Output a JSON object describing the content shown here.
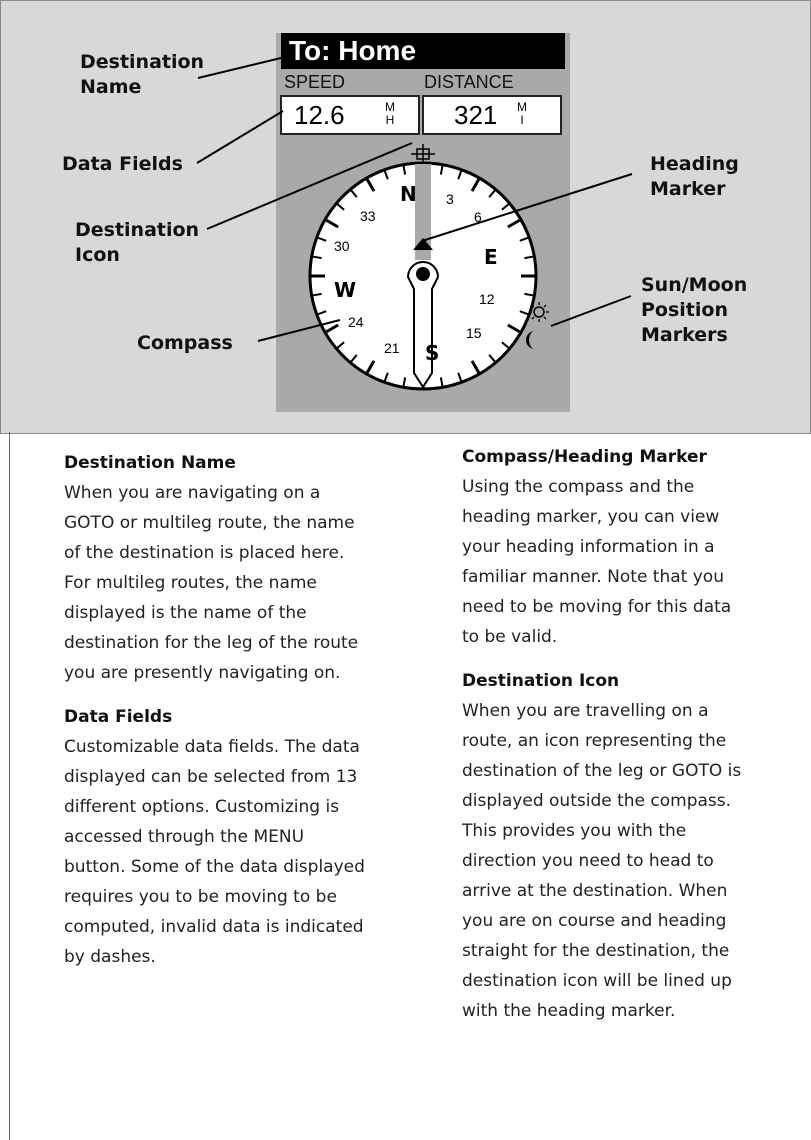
{
  "screen": {
    "title": "To: Home",
    "fields": [
      {
        "label": "SPEED",
        "value": "12.6",
        "unit_top": "M",
        "unit_bottom": "H"
      },
      {
        "label": "DISTANCE",
        "value": "321",
        "unit_top": "M",
        "unit_bottom": "I"
      }
    ],
    "compass": {
      "cardinals": {
        "n": "N",
        "e": "E",
        "s": "S",
        "w": "W"
      },
      "numbers": [
        "3",
        "6",
        "12",
        "15",
        "21",
        "24",
        "30",
        "33"
      ]
    }
  },
  "callouts": {
    "destination_name": "Destination\nName",
    "data_fields": "Data Fields",
    "destination_icon": "Destination\nIcon",
    "compass": "Compass",
    "heading_marker": "Heading\nMarker",
    "sun_moon": "Sun/Moon\nPosition\nMarkers"
  },
  "sections": {
    "destination_name": {
      "heading": "Destination Name",
      "body": "When you are navigating on a\nGOTO or multileg route, the name\nof the destination is placed here.\nFor multileg routes, the name\ndisplayed is the name of the\ndestination for the leg of the route\nyou are presently navigating on."
    },
    "data_fields": {
      "heading": "Data Fields",
      "body": "Customizable data fields.  The data\ndisplayed can be selected from 13\ndifferent options.  Customizing is\naccessed through the MENU\nbutton.  Some of the data displayed\nrequires you to be moving to be\ncomputed, invalid data is indicated\nby dashes."
    },
    "compass_heading": {
      "heading": "Compass/Heading Marker",
      "body": "Using the compass and the\nheading marker, you can view\nyour heading information in a\nfamiliar manner.  Note that you\nneed to be moving for this data\nto be valid."
    },
    "destination_icon": {
      "heading": "Destination Icon",
      "body": "When you are travelling on a\nroute, an icon representing the\ndestination of the leg or GOTO is\ndisplayed outside the compass.\nThis provides you with the\ndirection you need to head to\narrive at the destination.  When\nyou are on course and heading\nstraight for the destination, the\ndestination icon will be lined up\nwith the heading marker."
    }
  }
}
